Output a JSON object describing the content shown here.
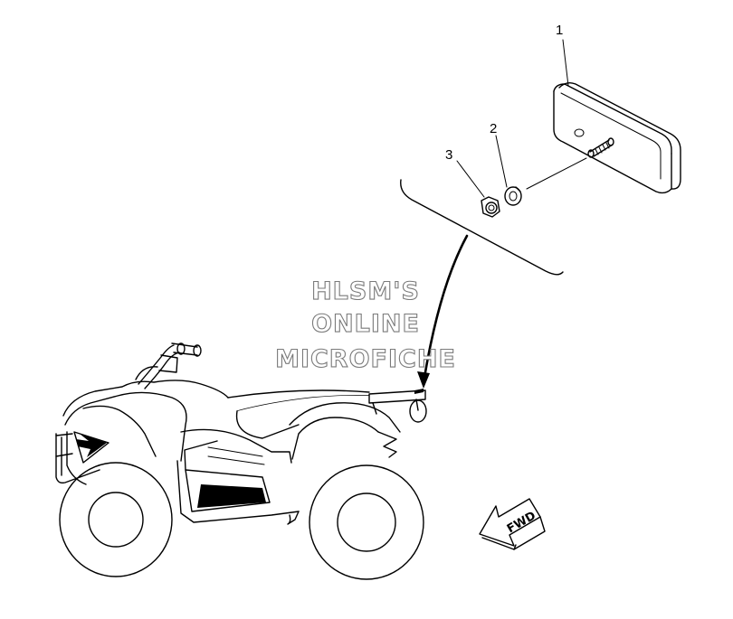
{
  "diagram": {
    "callouts": [
      "1",
      "2",
      "3"
    ],
    "watermark": [
      "HLSM'S",
      "ONLINE",
      "MICROFICHE"
    ],
    "direction_label": "FWD"
  },
  "colors": {
    "line": "#000000",
    "watermark_outline": "#7a7a7a",
    "background": "#ffffff"
  }
}
